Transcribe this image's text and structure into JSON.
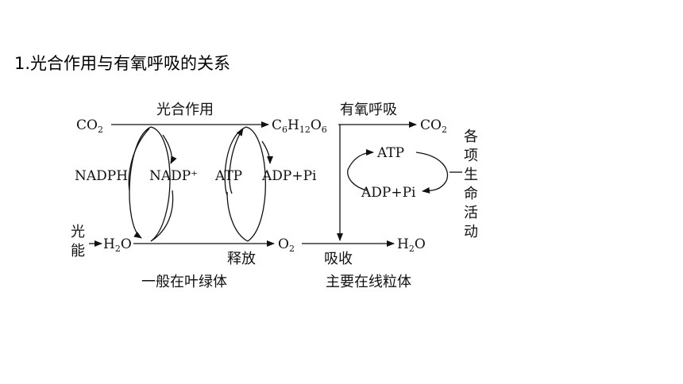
{
  "title": "1.光合作用与有氧呼吸的关系",
  "diagram": {
    "co2_left": "CO",
    "co2_left_sub": "2",
    "photosynthesis": "光合作用",
    "glucose": [
      "C",
      "6",
      "H",
      "12",
      "O",
      "6"
    ],
    "aerobic_respiration": "有氧呼吸",
    "co2_right": "CO",
    "co2_right_sub": "2",
    "nadph": "NADPH",
    "nadp": "NADP⁺",
    "atp_left": "ATP",
    "adp_pi_left": "ADP+Pi",
    "atp_right": "ATP",
    "adp_pi_right": "ADP+Pi",
    "light_energy": [
      "光",
      "能"
    ],
    "h2o_left": "H",
    "h2o_left_sub": "2",
    "h2o_left_o": "O",
    "release": "释放",
    "o2": "O",
    "o2_sub": "2",
    "absorb": "吸收",
    "h2o_right": "H",
    "h2o_right_sub": "2",
    "h2o_right_o": "O",
    "location_chloroplast": "一般在叶绿体",
    "location_mitochondria": "主要在线粒体",
    "life_activities": [
      "各",
      "项",
      "生",
      "命",
      "活",
      "动"
    ]
  }
}
